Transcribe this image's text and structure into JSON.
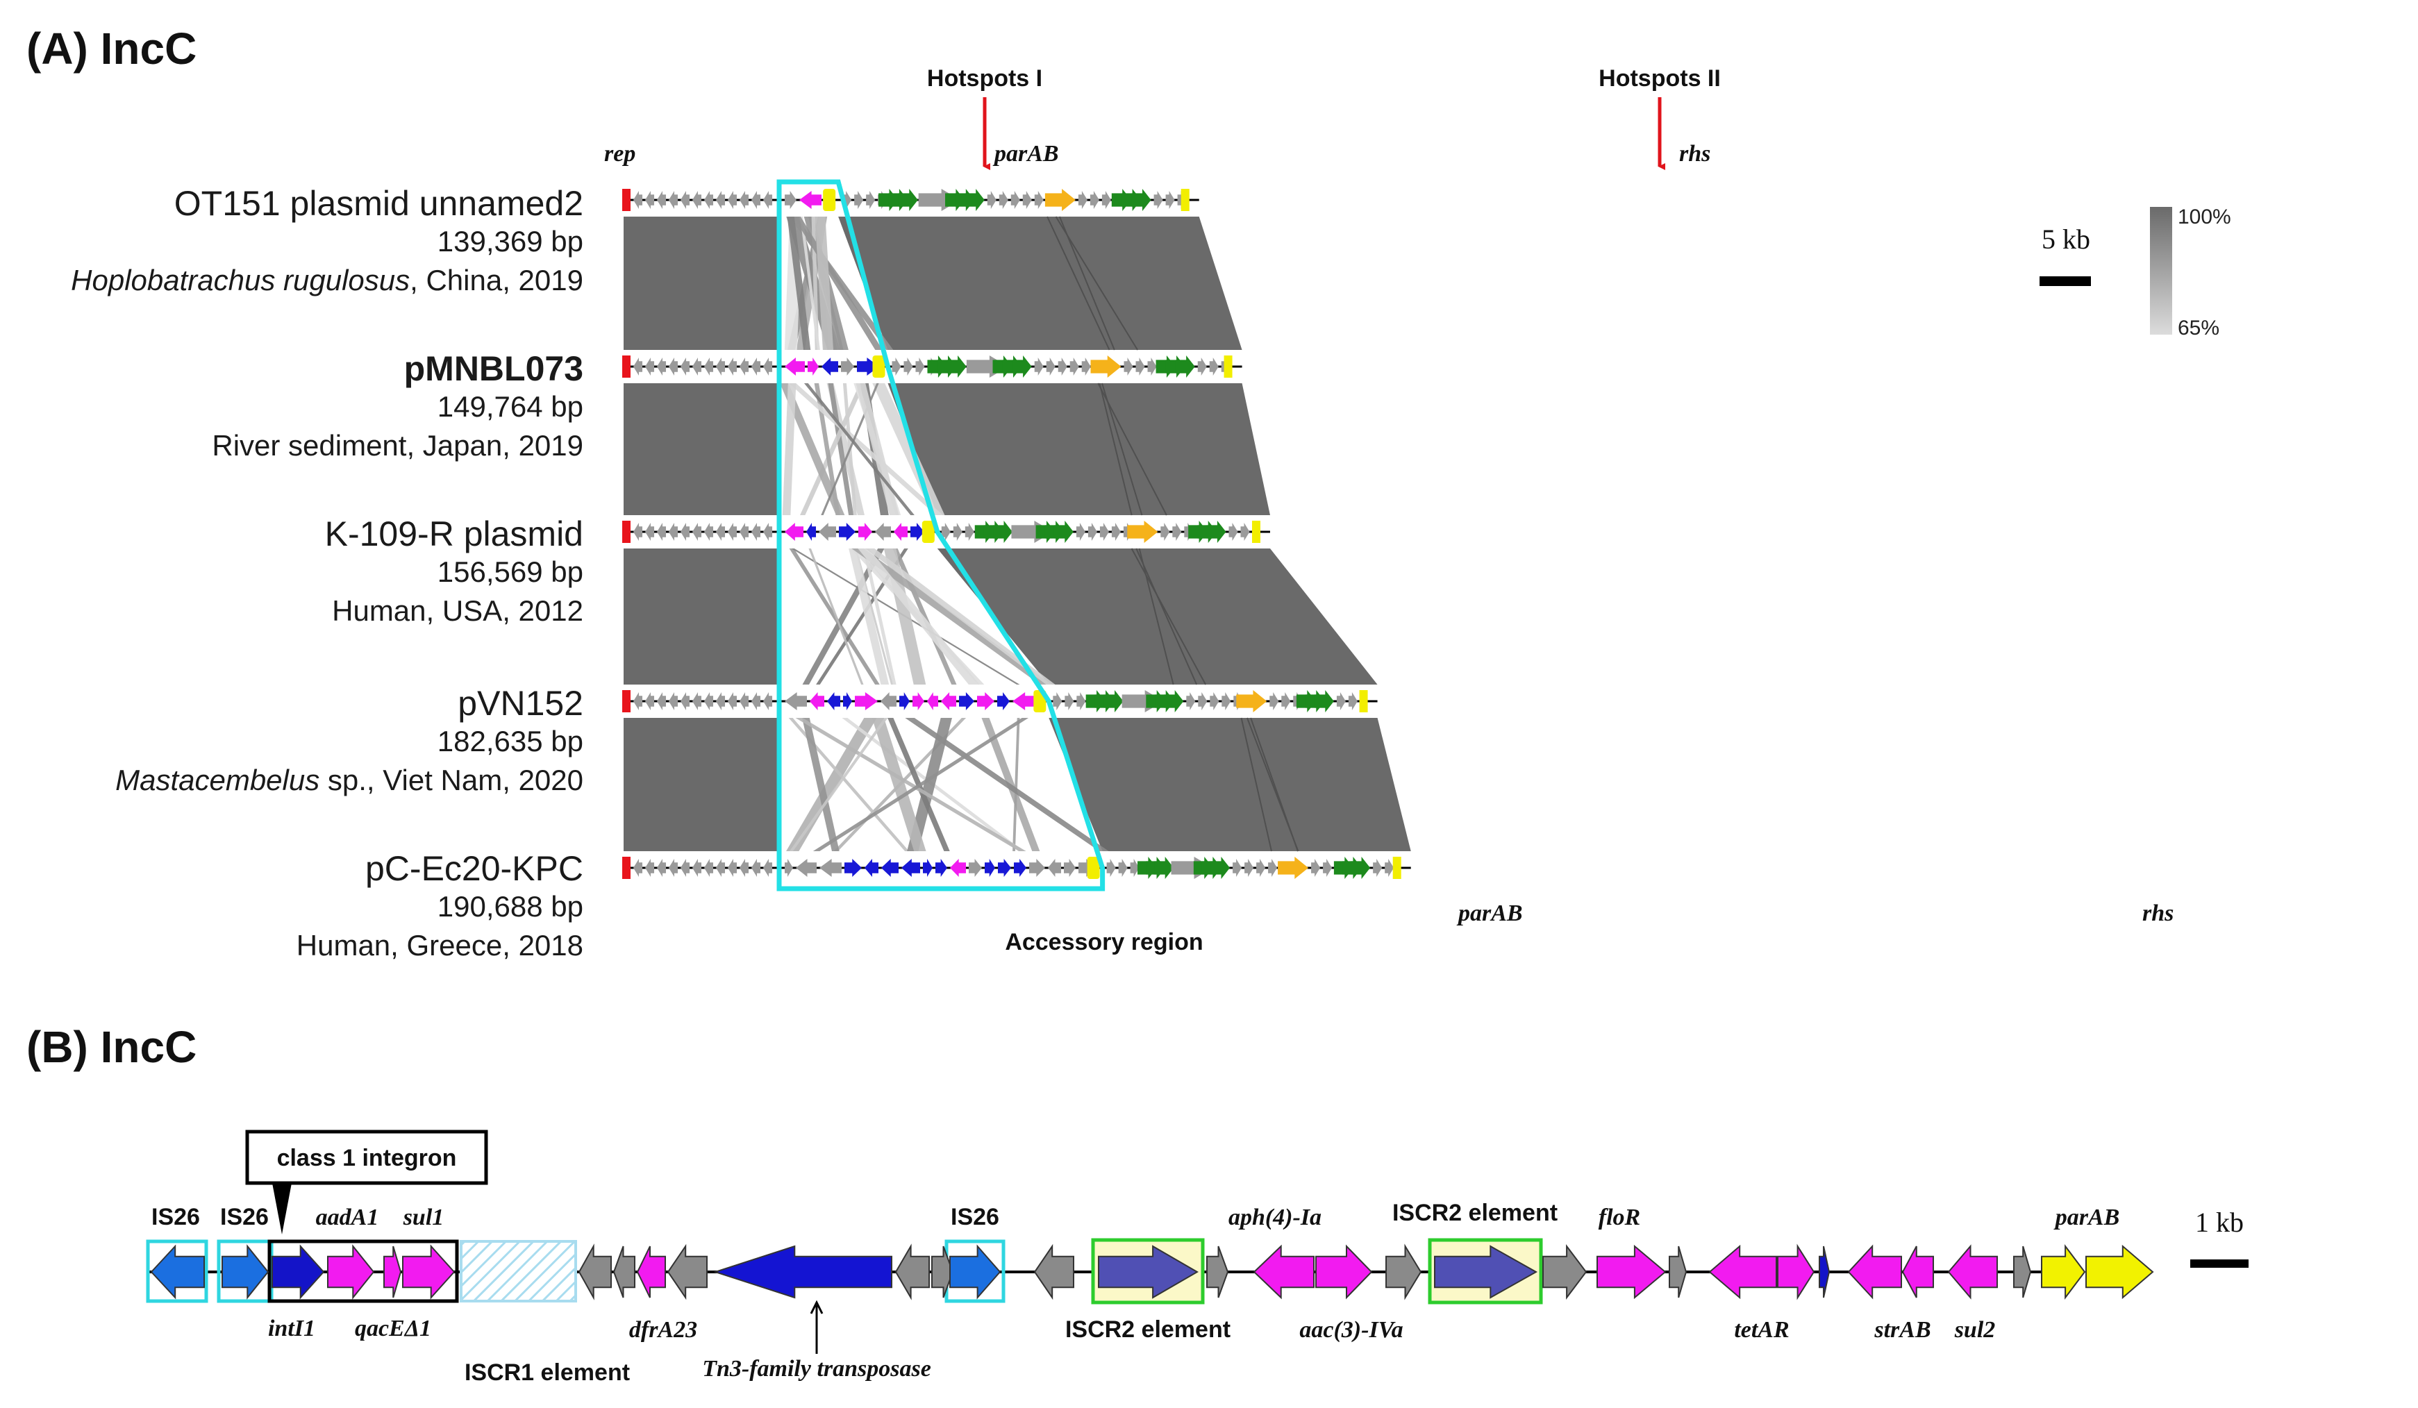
{
  "panelA": {
    "title": "(A) IncC",
    "hotspot1": "Hotspots I",
    "hotspot2": "Hotspots II",
    "gene_rep": "rep",
    "gene_parAB_top": "parAB",
    "gene_rhs_top": "rhs",
    "gene_parAB_bottom": "parAB",
    "gene_rhs_bottom": "rhs",
    "accessory_label": "Accessory  region",
    "scale_label": "5 kb",
    "legend_high": "100%",
    "legend_low": "65%",
    "plasmids": [
      {
        "name": "OT151 plasmid unnamed2",
        "bold": false,
        "size": "139,369 bp",
        "host": "Hoplobatrachus rugulosus",
        "host_italic": true,
        "detail": ", China, 2019",
        "length_kb": 139.4,
        "acc_end_kb": 52
      },
      {
        "name": "pMNBL073",
        "bold": true,
        "size": "149,764 bp",
        "host": "",
        "host_italic": false,
        "detail": "River sediment, Japan, 2019",
        "length_kb": 149.8,
        "acc_end_kb": 64
      },
      {
        "name": "K-109-R plasmid",
        "bold": false,
        "size": "156,569 bp",
        "host": "",
        "host_italic": false,
        "detail": "Human,  USA,  2012",
        "length_kb": 156.6,
        "acc_end_kb": 76
      },
      {
        "name": "pVN152",
        "bold": false,
        "size": "182,635 bp",
        "host": "Mastacembelus",
        "host_italic": true,
        "detail": " sp., Viet Nam, 2020",
        "length_kb": 182.6,
        "acc_end_kb": 103
      },
      {
        "name": "pC-Ec20-KPC",
        "bold": false,
        "size": "190,688 bp",
        "host": "",
        "host_italic": false,
        "detail": "Human,  Greece, 2018",
        "length_kb": 190.7,
        "acc_end_kb": 116
      }
    ],
    "colors": {
      "rep": "#e8141c",
      "parAB": "#f2ee00",
      "rhs": "#f5b21a",
      "transposase": "#1818d6",
      "resistance": "#f21bf0",
      "conjugation": "#1d8a1d",
      "other": "#9a9a9a",
      "homology": "#6a6a6a",
      "accessory_box": "#23e0e6",
      "hotspot_arrow": "#e0141c"
    }
  },
  "panelB": {
    "title": "(B) IncC",
    "integron_label": "class 1 integron",
    "scale_label": "1 kb",
    "labels": {
      "is26_1": "IS26",
      "is26_2": "IS26",
      "is26_3": "IS26",
      "aadA1": "aadA1",
      "sul1": "sul1",
      "intI1": "intI1",
      "qacEdelta1": "qacEΔ1",
      "iscr1_element": "ISCR1 element",
      "dfrA23": "dfrA23",
      "tn3": "Tn3-family transposase",
      "iscr2_left": "ISCR2 element",
      "iscr2_right": "ISCR2 element",
      "aph4": "aph(4)-Ia",
      "aac3": "aac(3)-IVa",
      "floR": "floR",
      "tetAR": "tetAR",
      "strAB": "strAB",
      "sul2": "sul2",
      "parAB": "parAB"
    },
    "colors": {
      "is26": "#1b6fe0",
      "intI1": "#1414c8",
      "resistance": "#f21bf0",
      "other": "#8a8a8a",
      "transposase": "#1414d2",
      "iscr2": "#5050b4",
      "iscr2_box": "#fbf8c8",
      "iscr2_border": "#2dcc2d",
      "is_box_border": "#2fd6e0",
      "iscr1_hatch": "#a8dcef",
      "parAB": "#f2f200"
    }
  }
}
